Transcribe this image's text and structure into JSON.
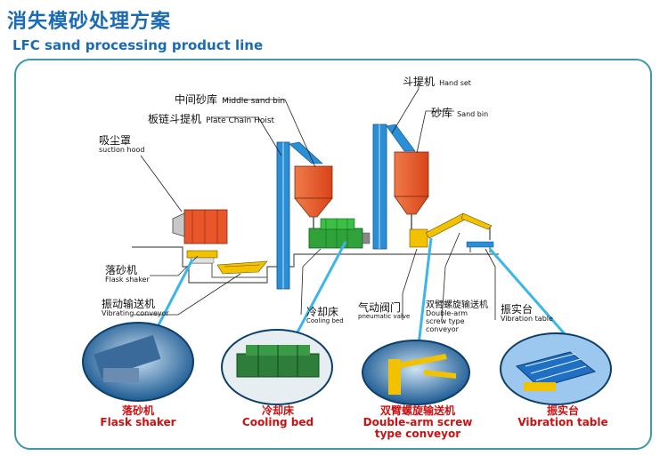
{
  "title": {
    "cn": "消失模砂处理方案",
    "en": "LFC sand processing product line"
  },
  "labels": {
    "suction_hood": {
      "cn": "吸尘罩",
      "en": "suction hood"
    },
    "middle_sand_bin": {
      "cn": "中间砂库",
      "en": "Middle sand bin"
    },
    "plate_chain_hoist": {
      "cn": "板链斗提机",
      "en": "Plate Chain Hoist"
    },
    "hand_set": {
      "cn": "斗提机",
      "en": "Hand set"
    },
    "sand_bin": {
      "cn": "砂库",
      "en": "Sand bin"
    },
    "flask_shaker": {
      "cn": "落砂机",
      "en": "Flask shaker"
    },
    "vibrating_conveyor": {
      "cn": "振动输送机",
      "en": "Vibrating conveyor"
    },
    "cooling_bed": {
      "cn": "冷却床",
      "en": "Cooling bed"
    },
    "pneumatic_valve": {
      "cn": "气动阀门",
      "en": "pneumatic valve"
    },
    "double_arm": {
      "cn": "双臂螺旋输送机",
      "en": "Double-arm screw type conveyor"
    },
    "vibration_table": {
      "cn": "振实台",
      "en": "Vibration table"
    }
  },
  "captions": [
    {
      "cn": "落砂机",
      "en": "Flask shaker"
    },
    {
      "cn": "冷却床",
      "en": "Cooling bed"
    },
    {
      "cn": "双臂螺旋输送机",
      "en": "Double-arm screw type conveyor"
    },
    {
      "cn": "振实台",
      "en": "Vibration table"
    }
  ],
  "colors": {
    "title": "#1a6bb3",
    "frame": "#3a9aa6",
    "hoist": "#2a8fd6",
    "bin": "#e8562a",
    "machine": "#2fa33a",
    "conveyor": "#f2c200",
    "leader": "#3ab6e8",
    "caption": "#cc1111"
  }
}
